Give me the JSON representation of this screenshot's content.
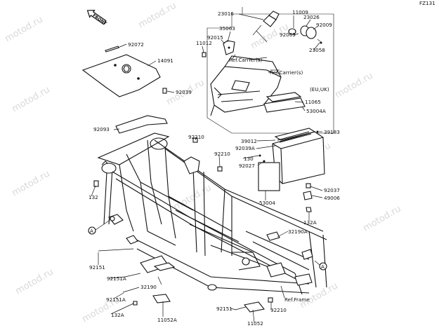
{
  "figure_code": "FZ131",
  "front_label": "FRONT",
  "watermark": "motod.ru",
  "parts": {
    "p23016": "23016",
    "p11009": "11009",
    "p23026": "23026",
    "p92009": "92009",
    "p92069": "92069",
    "p23058": "23058",
    "p35063": "35063",
    "p92015": "92015",
    "p11012": "11012",
    "p92072": "92072",
    "p14091": "14091",
    "p92039": "92039",
    "p11065": "11065",
    "p53004A": "53004A",
    "p39183": "39183",
    "p92093": "92093",
    "p92210a": "92210",
    "p92210b": "92210",
    "p92039A": "92039A",
    "p39012": "39012",
    "p130": "130",
    "p92027": "92027",
    "p132": "132",
    "p53004": "53004",
    "p92037": "92037",
    "p49006": "49006",
    "p132A_r": "132A",
    "p32190A": "32190A",
    "p92151": "92151",
    "p92151A": "92151A",
    "p32190": "32190",
    "p92151A_b": "92151A",
    "p132A_b": "132A",
    "p11052A": "11052A",
    "p92151_b": "92151",
    "p11052": "11052",
    "p92210c": "92210"
  },
  "refs": {
    "carrier_1": "Ref.Carrier(s)",
    "carrier_2": "Ref.Carrier(s)",
    "frame": "Ref.Frame",
    "eu_uk": "(EU,UK)"
  },
  "callouts": {
    "a1": "A",
    "a2": "A"
  }
}
